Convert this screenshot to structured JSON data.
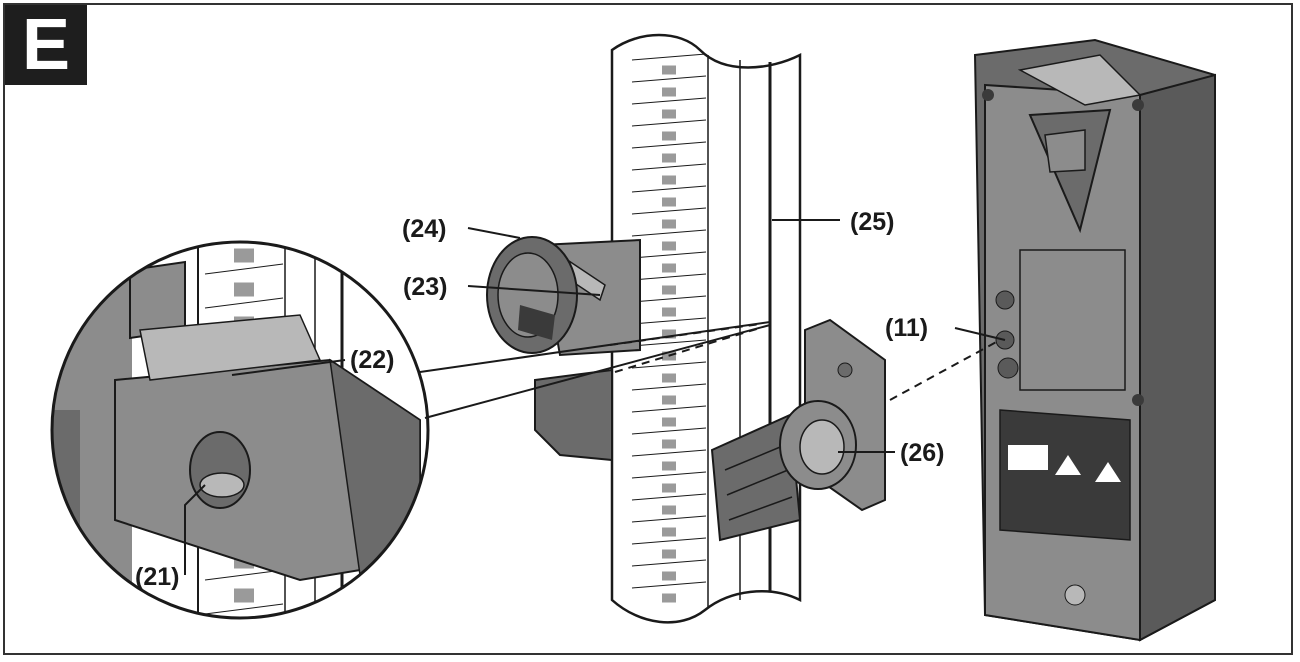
{
  "figure": {
    "letter": "E",
    "callouts": [
      {
        "id": "24",
        "text": "(24)"
      },
      {
        "id": "25",
        "text": "(25)"
      },
      {
        "id": "23",
        "text": "(23)"
      },
      {
        "id": "22",
        "text": "(22)"
      },
      {
        "id": "11",
        "text": "(11)"
      },
      {
        "id": "26",
        "text": "(26)"
      },
      {
        "id": "21",
        "text": "(21)"
      }
    ]
  },
  "colors": {
    "ink": "#1a1a1a",
    "part_dark": "#6b6b6b",
    "part_mid": "#8c8c8c",
    "part_light": "#b8b8b8",
    "ruler_mark": "#9a9a9a"
  }
}
